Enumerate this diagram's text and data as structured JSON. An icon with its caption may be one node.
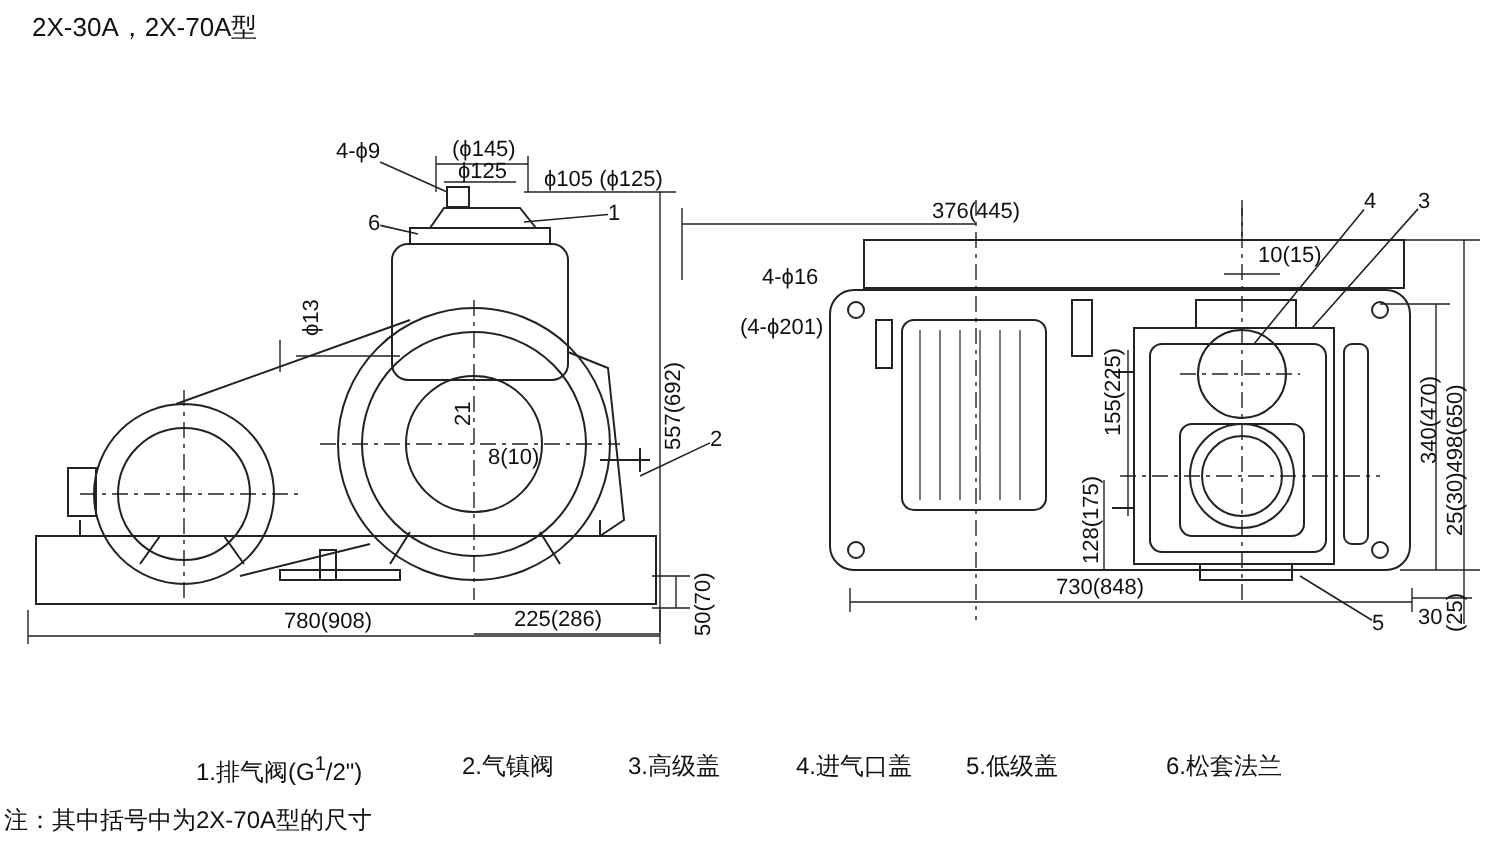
{
  "diagram": {
    "title": "2X-30A，2X-70A型",
    "caption": "注：其中括号中为2X-70A型的尺寸",
    "nodes": [
      {
        "text": [
          "4-ϕ9"
        ]
      },
      {
        "text": [
          "6"
        ]
      },
      {
        "text": [
          "1"
        ]
      },
      {
        "text": [
          "2"
        ]
      },
      {
        "text": [
          "4"
        ]
      },
      {
        "text": [
          "3"
        ]
      },
      {
        "text": [
          "5"
        ]
      },
      {
        "text": [],
        "shape": "box"
      }
    ],
    "edges": [
      {
        "from": 0,
        "to": 7,
        "arrow": "none"
      },
      {
        "from": 1,
        "to": null,
        "arrow": "none"
      },
      {
        "from": 2,
        "to": null,
        "arrow": "none"
      },
      {
        "from": 3,
        "to": null,
        "arrow": "none"
      },
      {
        "from": 4,
        "to": null,
        "arrow": "none"
      },
      {
        "from": 5,
        "to": null,
        "arrow": "none"
      },
      {
        "from": 6,
        "to": null,
        "arrow": "none"
      }
    ],
    "labels": [
      "(ϕ145)",
      "ϕ125",
      "ϕ105 (ϕ125)",
      "ϕ13",
      "557(692)",
      "21",
      "8(10)",
      "780(908)",
      "225(286)",
      "50(70)",
      "376(445)",
      "10(15)",
      "4-ϕ16",
      "(4-ϕ201)",
      "155(225)",
      "128(175)",
      "340(470)",
      "25(30)498(650)",
      "730(848)",
      "30",
      "(25)",
      "1.排气阀(G$^{1}$/2\")",
      "2.气镇阀",
      "3.高级盖",
      "4.进气口盖",
      "5.低级盖",
      "6.松套法兰"
    ]
  }
}
